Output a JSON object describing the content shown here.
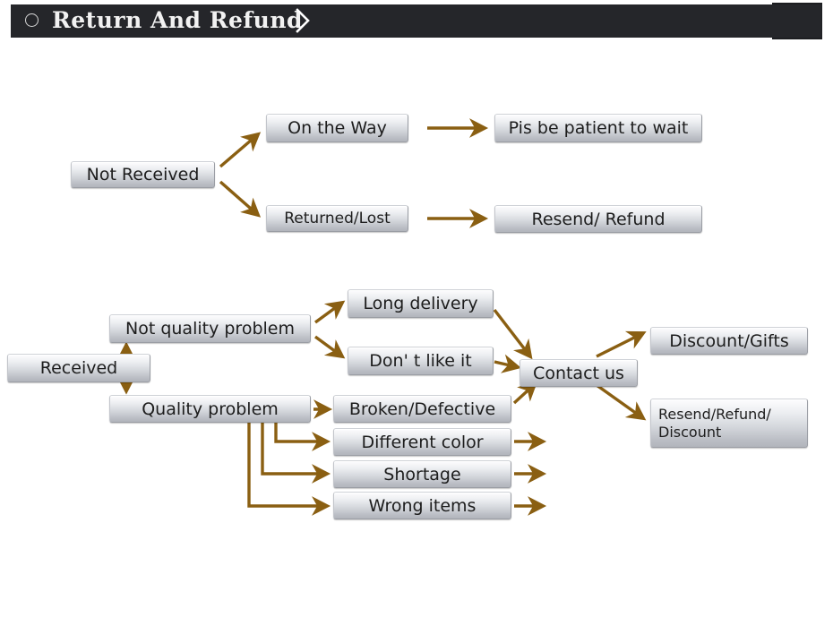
{
  "header": {
    "title": "Return And Refund",
    "circle_icon": "circle-outline-icon",
    "chevron_icon": "chevron-right-icon",
    "background_color": "#25262a",
    "text_color": "#f2f2f2"
  },
  "theme": {
    "box_border": "#9a9da4",
    "box_text": "#1d1d1d",
    "arrow_color": "#8a5f12",
    "page_background": "#ffffff"
  },
  "flow_not_received": {
    "root": "Not Received",
    "branches": [
      {
        "status": "On the Way",
        "outcome": "Pis be patient to wait"
      },
      {
        "status": "Returned/Lost",
        "outcome": "Resend/ Refund"
      }
    ]
  },
  "flow_received": {
    "root": "Received",
    "not_quality_problem": {
      "label": "Not quality problem",
      "reasons": [
        "Long delivery",
        "Don' t like it"
      ]
    },
    "quality_problem": {
      "label": "Quality problem",
      "reasons": [
        "Broken/Defective",
        "Different color",
        "Shortage",
        "Wrong items"
      ]
    },
    "action": "Contact us",
    "resolutions": [
      "Discount/Gifts",
      "Resend/Refund/ Discount"
    ]
  }
}
